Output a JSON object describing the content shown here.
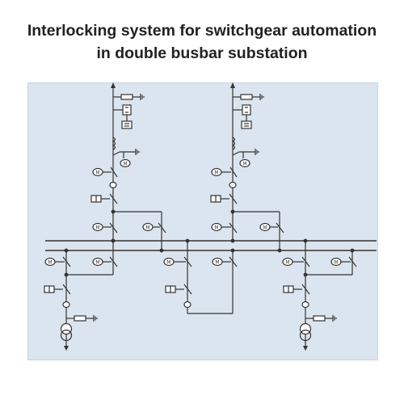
{
  "title": {
    "line1": "Interlocking system for switchgear automation",
    "line2": "in double busbar substation"
  },
  "icons": {
    "motor": "motor-operator-icon",
    "earth": "earthing-switch-icon",
    "ct": "current-transformer-icon",
    "transformer": "power-transformer-icon",
    "interlock": "interlock-lock-icon",
    "arrow": "feeder-arrow-icon"
  },
  "motor_label": "M",
  "colors": {
    "background": "#dbe5ef",
    "line": "#333333",
    "title": "#222222"
  }
}
